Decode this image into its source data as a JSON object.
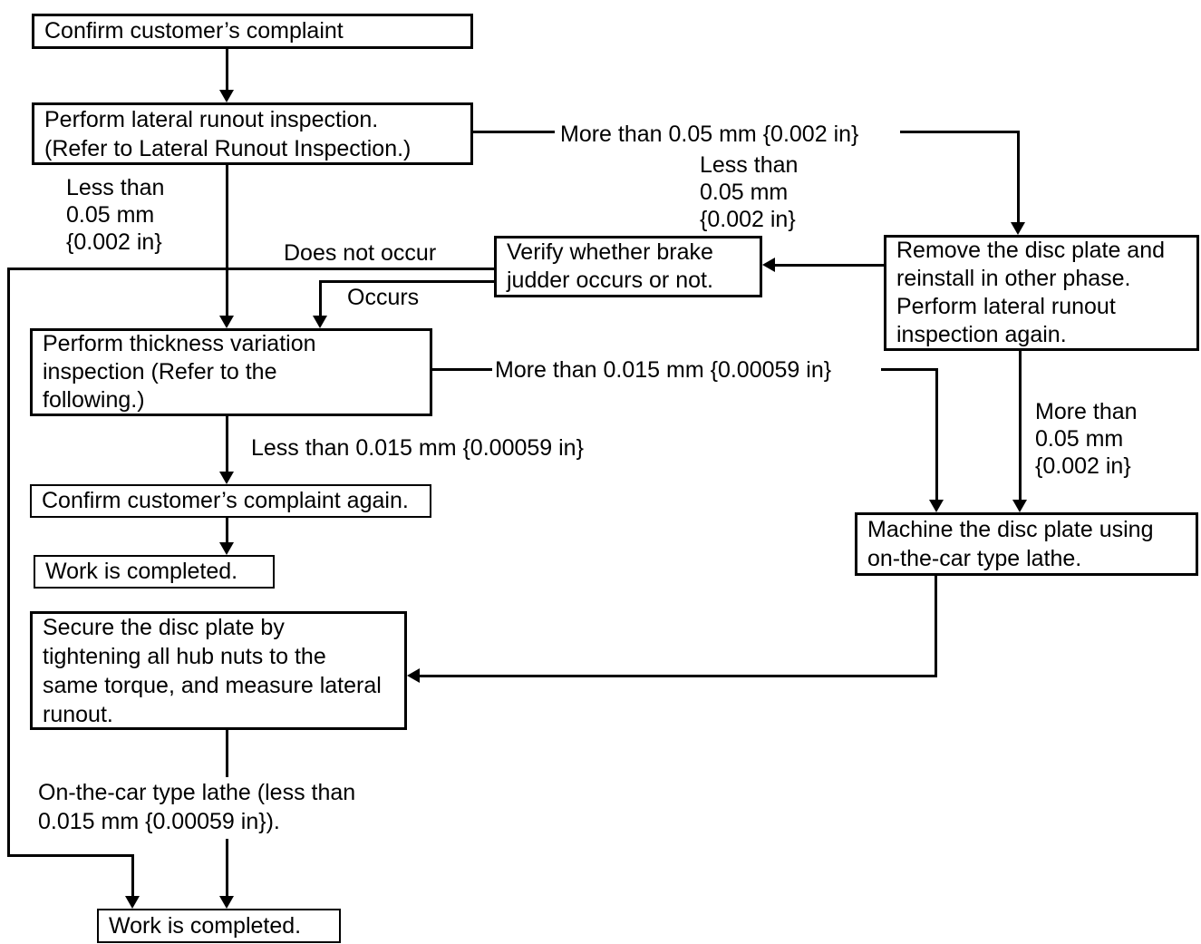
{
  "diagram_title": "Brake disc lateral runout / judder repair flowchart",
  "colors": {
    "background": "#ffffff",
    "line": "#000000",
    "text": "#000000"
  },
  "boxes": {
    "confirm_complaint": "Confirm customer’s complaint",
    "lateral_runout_inspection": "Perform lateral runout inspection.\n(Refer to Lateral Runout Inspection.)",
    "verify_brake_judder": "Verify whether brake\njudder occurs or not.",
    "remove_disc_plate": "Remove the disc plate and\nreinstall in other phase.\nPerform lateral runout\ninspection again.",
    "thickness_variation": "Perform thickness variation\ninspection (Refer to the\nfollowing.)",
    "confirm_complaint_again": "Confirm customer’s complaint again.",
    "work_completed_top": "Work is completed.",
    "machine_disc_plate": "Machine the disc plate using\non-the-car type lathe.",
    "secure_disc_plate": "Secure the disc plate by\ntightening all hub nuts to the\nsame torque, and measure lateral\nrunout.",
    "work_completed_bottom": "Work is completed."
  },
  "labels": {
    "less_than_005_left": "Less than\n0.05 mm\n{0.002 in}",
    "more_than_005_top": "More than 0.05 mm {0.002 in}",
    "less_than_005_right": "Less than\n0.05 mm\n{0.002 in}",
    "does_not_occur": "Does not occur",
    "occurs": "Occurs",
    "more_than_0015": "More than 0.015 mm {0.00059 in}",
    "less_than_0015": "Less than 0.015 mm {0.00059 in}",
    "more_than_005_bottom": "More than\n0.05 mm\n{0.002 in}",
    "on_the_car_lathe": "On-the-car type lathe (less than\n0.015 mm {0.00059 in})."
  }
}
